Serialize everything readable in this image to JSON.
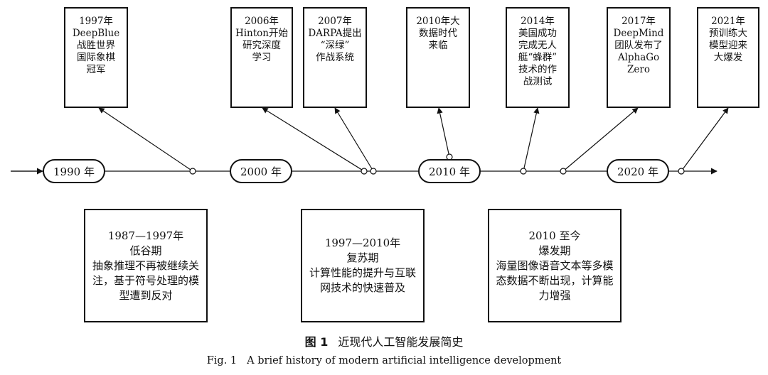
{
  "timeline": {
    "years": [
      "1990 年",
      "2000 年",
      "2010 年",
      "2020 年"
    ]
  },
  "events": [
    {
      "text": "1997年\nDeepBlue\n战胜世界\n国际象棋\n冠军"
    },
    {
      "text": "2006年\nHinton开始\n研究深度\n学习"
    },
    {
      "text": "2007年\nDARPA提出\n“深绿”\n作战系统"
    },
    {
      "text": "2010年大\n数据时代\n来临"
    },
    {
      "text": "2014年\n美国成功\n完成无人\n艇“蜂群”\n技术的作\n战测试"
    },
    {
      "text": "2017年\nDeepMind\n团队发布了\nAlphaGo\nZero"
    },
    {
      "text": "2021年\n预训练大\n模型迎来\n大爆发"
    }
  ],
  "periods": [
    {
      "text": "1987—1997年\n低谷期\n抽象推理不再被继续关\n注，基于符号处理的模\n型遭到反对"
    },
    {
      "text": "1997—2010年\n复苏期\n计算性能的提升与互联\n网技术的快速普及"
    },
    {
      "text": "2010 至今\n爆发期\n海量图像语音文本等多模\n态数据不断出现，计算能\n力增强"
    }
  ],
  "caption": {
    "zh_label": "图 1",
    "zh_text": "近现代人工智能发展简史",
    "en_label": "Fig. 1",
    "en_text": "A brief history of modern artificial intelligence development"
  },
  "colors": {
    "line": "#111111",
    "background": "#ffffff"
  }
}
